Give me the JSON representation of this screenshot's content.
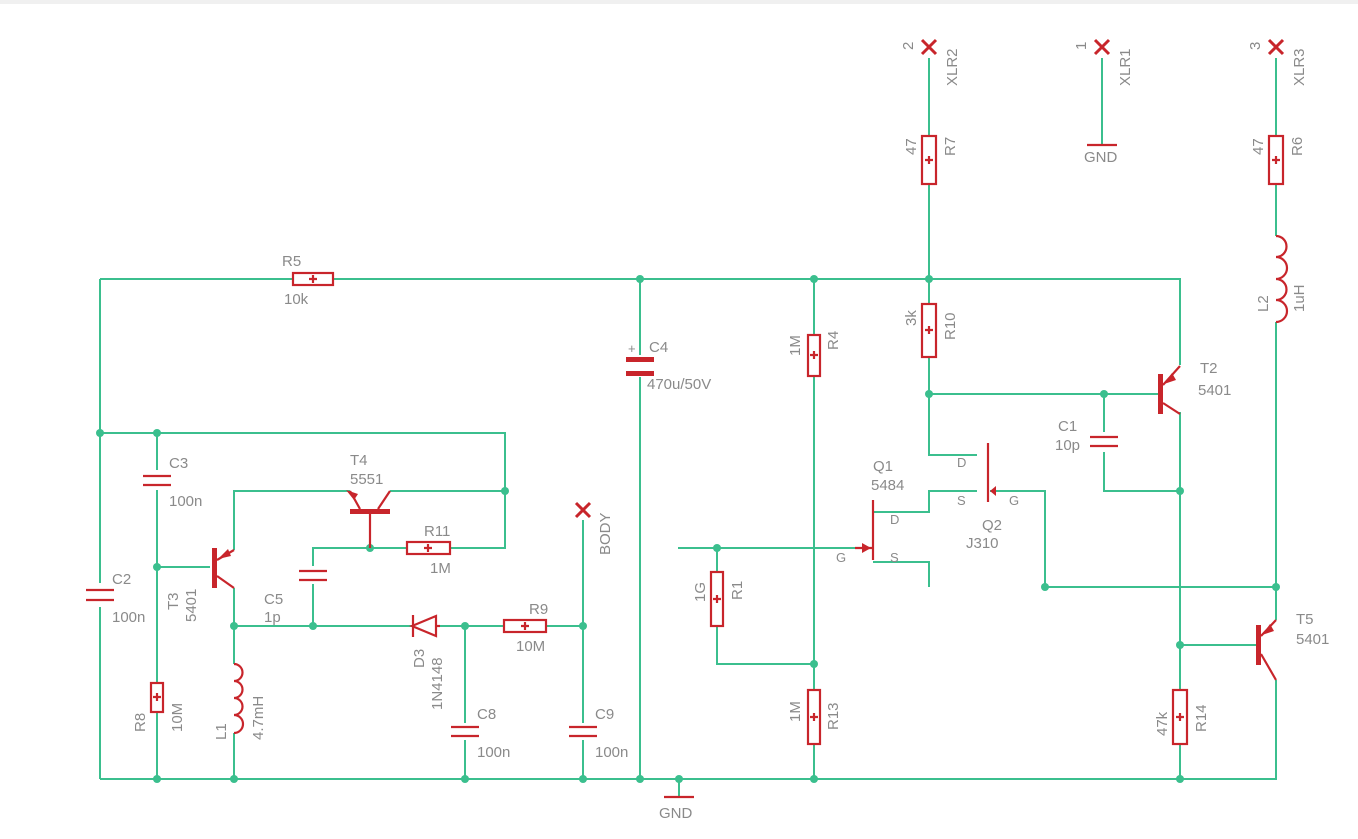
{
  "colors": {
    "wire": "#3bbf8e",
    "part": "#c8252b",
    "text": "#8a8a8a"
  },
  "connectors": {
    "xlr2": {
      "name": "XLR2",
      "pin": "2"
    },
    "xlr1": {
      "name": "XLR1",
      "pin": "1"
    },
    "xlr3": {
      "name": "XLR3",
      "pin": "3"
    },
    "body": {
      "name": "BODY"
    }
  },
  "supplies": {
    "gnd_top": "GND",
    "gnd_bottom": "GND"
  },
  "resistors": {
    "r1": {
      "name": "R1",
      "value": "1G"
    },
    "r4": {
      "name": "R4",
      "value": "1M"
    },
    "r5": {
      "name": "R5",
      "value": "10k"
    },
    "r6": {
      "name": "R6",
      "value": "47"
    },
    "r7": {
      "name": "R7",
      "value": "47"
    },
    "r8": {
      "name": "R8",
      "value": "10M"
    },
    "r9": {
      "name": "R9",
      "value": "10M"
    },
    "r10": {
      "name": "R10",
      "value": "3k"
    },
    "r11": {
      "name": "R11",
      "value": "1M"
    },
    "r13": {
      "name": "R13",
      "value": "1M"
    },
    "r14": {
      "name": "R14",
      "value": "47k"
    }
  },
  "capacitors": {
    "c1": {
      "name": "C1",
      "value": "10p"
    },
    "c2": {
      "name": "C2",
      "value": "100n"
    },
    "c3": {
      "name": "C3",
      "value": "100n"
    },
    "c4": {
      "name": "C4",
      "value": "470u/50V"
    },
    "c5": {
      "name": "C5",
      "value": "1p"
    },
    "c8": {
      "name": "C8",
      "value": "100n"
    },
    "c9": {
      "name": "C9",
      "value": "100n"
    }
  },
  "inductors": {
    "l1": {
      "name": "L1",
      "value": "4.7mH"
    },
    "l2": {
      "name": "L2",
      "value": "1uH"
    }
  },
  "diodes": {
    "d3": {
      "name": "D3",
      "value": "1N4148"
    }
  },
  "transistors": {
    "t2": {
      "name": "T2",
      "value": "5401"
    },
    "t3": {
      "name": "T3",
      "value": "5401"
    },
    "t4": {
      "name": "T4",
      "value": "5551"
    },
    "t5": {
      "name": "T5",
      "value": "5401"
    },
    "q1": {
      "name": "Q1",
      "value": "5484",
      "pins": {
        "d": "D",
        "g": "G",
        "s": "S"
      }
    },
    "q2": {
      "name": "Q2",
      "value": "J310",
      "pins": {
        "d": "D",
        "g": "G",
        "s": "S"
      }
    }
  }
}
